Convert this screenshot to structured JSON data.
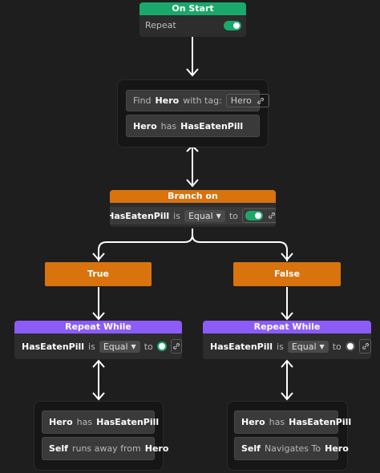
{
  "on_start": {
    "title": "On Start",
    "repeat_label": "Repeat",
    "repeat_on": true
  },
  "find": {
    "verb": "Find",
    "target": "Hero",
    "with_tag": "with tag:",
    "tag_value": "Hero"
  },
  "cond1": {
    "subject": "Hero",
    "verb": "has",
    "object": "HasEatenPill"
  },
  "branch": {
    "title": "Branch on",
    "var": "HasEatenPill",
    "is": "is",
    "op": "Equal",
    "to": "to",
    "value_on": true
  },
  "true_label": "True",
  "false_label": "False",
  "repeat_left": {
    "title": "Repeat While",
    "var": "HasEatenPill",
    "is": "is",
    "op": "Equal",
    "to": "to",
    "value_on": true
  },
  "repeat_right": {
    "title": "Repeat While",
    "var": "HasEatenPill",
    "is": "is",
    "op": "Equal",
    "to": "to",
    "value_on": false
  },
  "left_actions": {
    "a1": {
      "subject": "Hero",
      "verb": "has",
      "object": "HasEatenPill"
    },
    "a2": {
      "subject": "Self",
      "verb": "runs away from",
      "object": "Hero"
    }
  },
  "right_actions": {
    "a1": {
      "subject": "Hero",
      "verb": "has",
      "object": "HasEatenPill"
    },
    "a2": {
      "subject": "Self",
      "verb": "Navigates To",
      "object": "Hero"
    }
  },
  "colors": {
    "start": "#1aa86b",
    "branch": "#d8730e",
    "repeat": "#8b5cf6",
    "background": "#1e1e1e"
  },
  "icons": [
    "toggle-icon",
    "link-icon",
    "dropdown-arrow-icon",
    "arrow-down-icon"
  ]
}
